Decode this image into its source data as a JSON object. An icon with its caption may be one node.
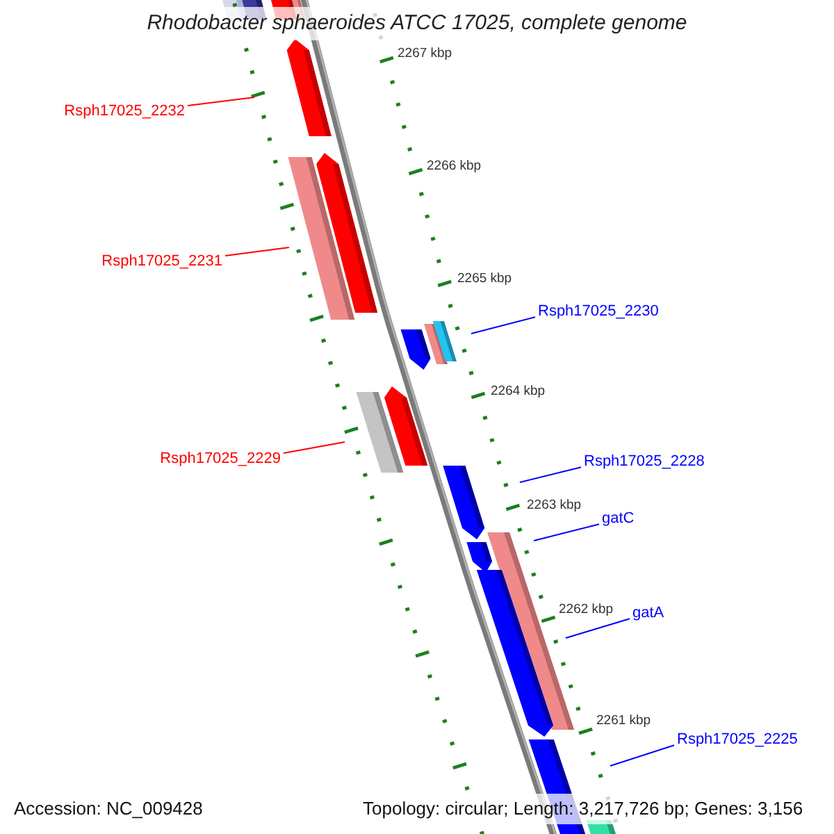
{
  "diagram": {
    "title": "Rhodobacter sphaeroides ATCC 17025, complete genome",
    "nodes": [
      {
        "text": [
          "Rsph17025_2232"
        ]
      },
      {
        "text": [
          "Rsph17025_2231"
        ]
      },
      {
        "text": [
          "Rsph17025_2230"
        ]
      },
      {
        "text": [
          "Rsph17025_2229"
        ]
      },
      {
        "text": [
          "Rsph17025_2228"
        ]
      },
      {
        "text": [
          "gatC"
        ]
      },
      {
        "text": [
          "gatA"
        ]
      },
      {
        "text": [
          "Rsph17025_2225"
        ]
      }
    ],
    "edges": [
      {
        "from": 0,
        "to": null,
        "arrow": "none",
        "color": "#ff0000"
      },
      {
        "from": 1,
        "to": null,
        "arrow": "none",
        "color": "#ff0000"
      },
      {
        "from": 2,
        "to": null,
        "arrow": "none"
      },
      {
        "from": 3,
        "to": null,
        "arrow": "none",
        "color": "#ff0000"
      },
      {
        "from": 4,
        "to": null,
        "arrow": "none"
      },
      {
        "from": 5,
        "to": null,
        "arrow": "none"
      },
      {
        "from": 6,
        "to": null,
        "arrow": "none"
      },
      {
        "from": 7,
        "to": null,
        "arrow": "none"
      }
    ],
    "labels": [
      "2267 kbp",
      "2266 kbp",
      "2265 kbp",
      "2264 kbp",
      "2263 kbp",
      "2262 kbp",
      "2261 kbp",
      "Accession: NC_009428",
      "Topology: circular; Length: 3,217,726 bp; Genes: 3,156"
    ]
  }
}
